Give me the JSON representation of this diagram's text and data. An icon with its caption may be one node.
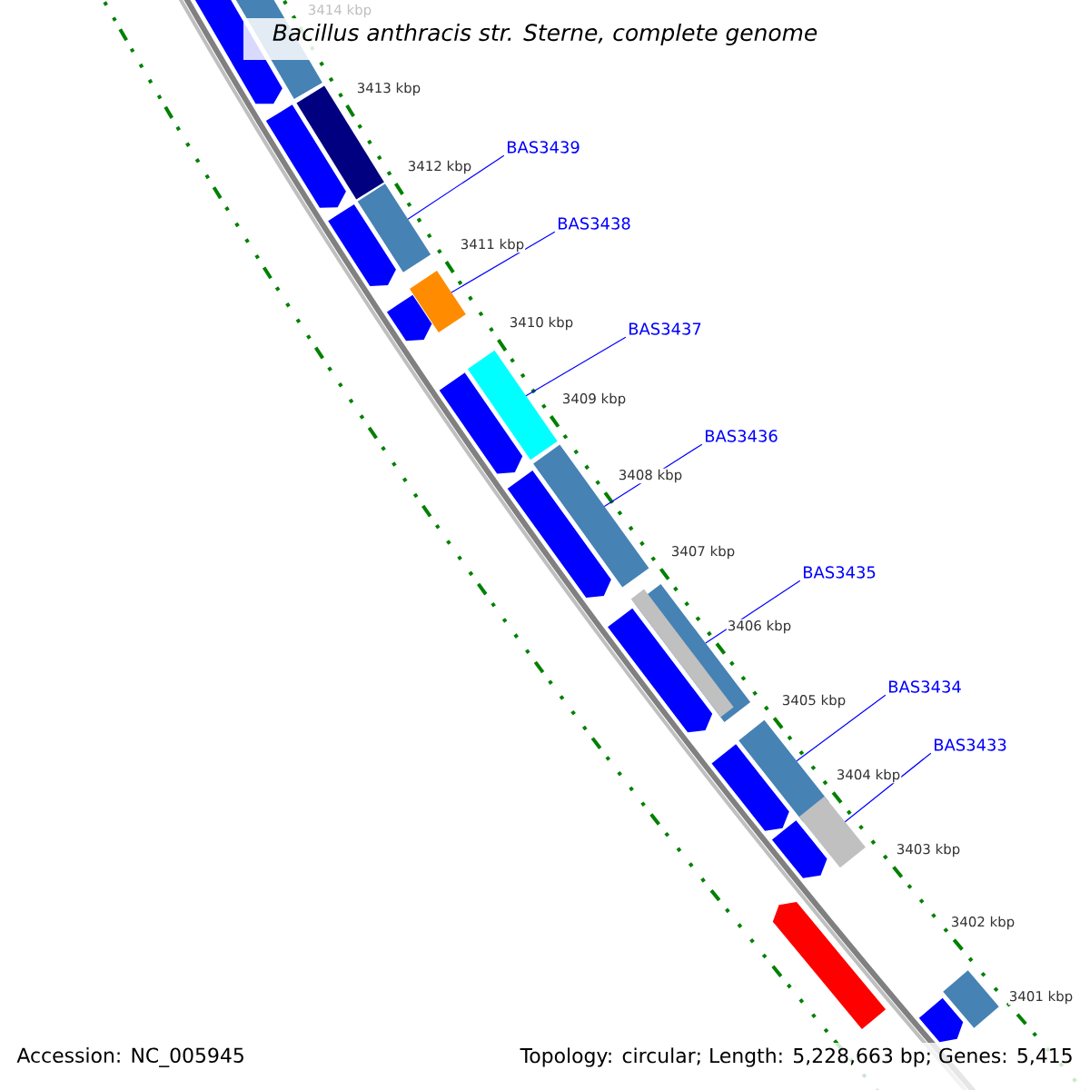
{
  "diagram": {
    "title": "Bacillus anthracis str. Sterne, complete genome",
    "nodes": [
      {
        "text": [
          "BAS3439"
        ]
      },
      {
        "text": [
          "BAS3438"
        ]
      },
      {
        "text": [
          "BAS3437"
        ]
      },
      {
        "text": [
          "BAS3436"
        ]
      },
      {
        "text": [
          "BAS3435"
        ]
      },
      {
        "text": [
          "BAS3434"
        ]
      },
      {
        "text": [
          "BAS3433"
        ]
      },
      {
        "text": [],
        "shape": "pentagon"
      },
      {
        "text": [],
        "shape": "bar"
      },
      {
        "text": [],
        "shape": "bar"
      },
      {
        "text": [],
        "shape": "pentagon"
      },
      {
        "text": [],
        "shape": "bar"
      },
      {
        "text": [],
        "shape": "pentagon"
      },
      {
        "text": [],
        "shape": "bar"
      },
      {
        "text": [],
        "shape": "pentagon"
      },
      {
        "text": [],
        "shape": "bar"
      },
      {
        "text": [],
        "shape": "pentagon"
      },
      {
        "text": [],
        "shape": "bar"
      },
      {
        "text": [],
        "shape": "pentagon"
      },
      {
        "text": [],
        "shape": "bar"
      },
      {
        "text": [],
        "shape": "pentagon"
      },
      {
        "text": [],
        "shape": "bar"
      },
      {
        "text": [],
        "shape": "pentagon"
      },
      {
        "text": [],
        "shape": "bar"
      },
      {
        "text": [],
        "shape": "pentagon"
      },
      {
        "text": [],
        "shape": "pentagon"
      },
      {
        "text": [],
        "shape": "bar"
      },
      {
        "text": [],
        "shape": "pentagon"
      }
    ],
    "edges": [
      {
        "from": 0,
        "to": 11,
        "arrow": "none"
      },
      {
        "from": 1,
        "to": 13,
        "arrow": "none"
      },
      {
        "from": 2,
        "to": 15,
        "arrow": "none"
      },
      {
        "from": 3,
        "to": 17,
        "arrow": "none"
      },
      {
        "from": 4,
        "to": 19,
        "arrow": "none"
      },
      {
        "from": 5,
        "to": 21,
        "arrow": "none"
      },
      {
        "from": 6,
        "to": 23,
        "arrow": "none"
      }
    ],
    "labels": [
      "3414 kbp",
      "3413 kbp",
      "3412 kbp",
      "3411 kbp",
      "3410 kbp",
      "3409 kbp",
      "3408 kbp",
      "3407 kbp",
      "3406 kbp",
      "3405 kbp",
      "3404 kbp",
      "3403 kbp",
      "3402 kbp",
      "3401 kbp",
      "Accession: NC_005945",
      "Topology: circular; Length: 5,228,663 bp; Genes: 5,415"
    ]
  }
}
